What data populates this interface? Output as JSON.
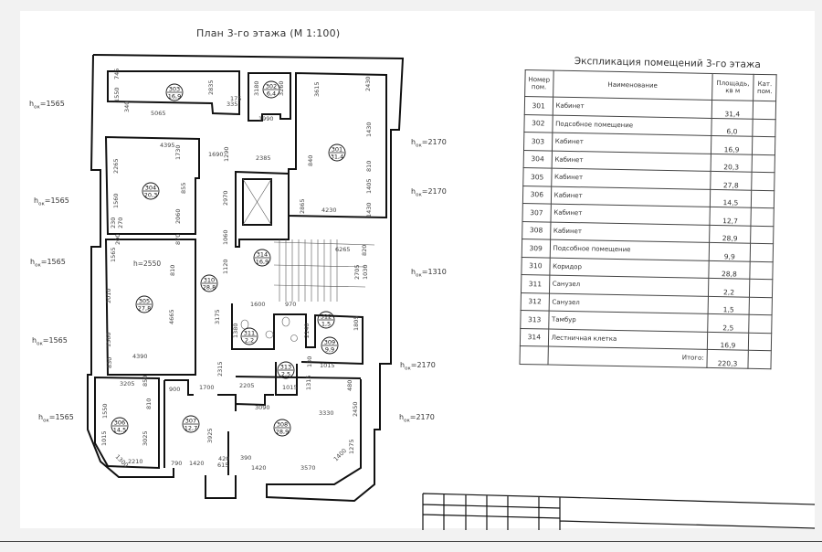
{
  "plan": {
    "title": "План 3-го этажа (М 1:100)",
    "rooms": [
      {
        "num": "303",
        "area": "16,9"
      },
      {
        "num": "302",
        "area": "6,4"
      },
      {
        "num": "301",
        "area": "31,4"
      },
      {
        "num": "304",
        "area": "20,3"
      },
      {
        "num": "305",
        "area": "27,8"
      },
      {
        "num": "310",
        "area": "28,8"
      },
      {
        "num": "314",
        "area": "16,9"
      },
      {
        "num": "311",
        "area": "2,2"
      },
      {
        "num": "312",
        "area": "1,5"
      },
      {
        "num": "309",
        "area": "9,9"
      },
      {
        "num": "313",
        "area": "2,5"
      },
      {
        "num": "306",
        "area": "14,5"
      },
      {
        "num": "307",
        "area": "12,7"
      },
      {
        "num": "308",
        "area": "28,9"
      }
    ],
    "ceiling_height": "h=2550",
    "window_heights": [
      {
        "h": "h",
        "sub": "ок",
        "val": "=1565"
      },
      {
        "h": "h",
        "sub": "ок",
        "val": "=1565"
      },
      {
        "h": "h",
        "sub": "ок",
        "val": "=1565"
      },
      {
        "h": "h",
        "sub": "ок",
        "val": "=1565"
      },
      {
        "h": "h",
        "sub": "ок",
        "val": "=1565"
      },
      {
        "h": "h",
        "sub": "ок",
        "val": "=2170"
      },
      {
        "h": "h",
        "sub": "ок",
        "val": "=2170"
      },
      {
        "h": "h",
        "sub": "ок",
        "val": "=1310"
      },
      {
        "h": "h",
        "sub": "ок",
        "val": "=2170"
      },
      {
        "h": "h",
        "sub": "ок",
        "val": "=2170"
      }
    ],
    "dimensions": [
      "745",
      "1550",
      "340",
      "5065",
      "2835",
      "175",
      "335",
      "3180",
      "3260",
      "1990",
      "3615",
      "2430",
      "4395",
      "1730",
      "1690",
      "1290",
      "2385",
      "840",
      "1430",
      "810",
      "1405",
      "2265",
      "1560",
      "855",
      "2060",
      "2970",
      "2865",
      "4230",
      "1430",
      "230",
      "270",
      "200",
      "870",
      "1060",
      "6265",
      "820",
      "1565",
      "810",
      "1120",
      "2705",
      "1030",
      "2010",
      "4665",
      "3175",
      "1600",
      "970",
      "1380",
      "2140",
      "1805",
      "1560",
      "4390",
      "830",
      "2315",
      "130",
      "1015",
      "3205",
      "850",
      "900",
      "1700",
      "2205",
      "1015",
      "1315",
      "480",
      "810",
      "1550",
      "3090",
      "3330",
      "2450",
      "3025",
      "3925",
      "1015",
      "1300",
      "2210",
      "790",
      "1420",
      "420",
      "615",
      "390",
      "1420",
      "3570",
      "1400",
      "1275"
    ]
  },
  "explication": {
    "title": "Экспликация помещений 3-го этажа",
    "headers": {
      "num": "Номер пом.",
      "name": "Наименование",
      "area": "Площадь, кв м",
      "cat": "Кат. пом."
    },
    "rows": [
      {
        "num": "301",
        "name": "Кабинет",
        "area": "31,4"
      },
      {
        "num": "302",
        "name": "Подсобное помещение",
        "area": "6,0"
      },
      {
        "num": "303",
        "name": "Кабинет",
        "area": "16,9"
      },
      {
        "num": "304",
        "name": "Кабинет",
        "area": "20,3"
      },
      {
        "num": "305",
        "name": "Кабинет",
        "area": "27,8"
      },
      {
        "num": "306",
        "name": "Кабинет",
        "area": "14,5"
      },
      {
        "num": "307",
        "name": "Кабинет",
        "area": "12,7"
      },
      {
        "num": "308",
        "name": "Кабинет",
        "area": "28,9"
      },
      {
        "num": "309",
        "name": "Подсобное помещение",
        "area": "9,9"
      },
      {
        "num": "310",
        "name": "Коридор",
        "area": "28,8"
      },
      {
        "num": "311",
        "name": "Санузел",
        "area": "2,2"
      },
      {
        "num": "312",
        "name": "Санузел",
        "area": "1,5"
      },
      {
        "num": "313",
        "name": "Тамбур",
        "area": "2,5"
      },
      {
        "num": "314",
        "name": "Лестничная клетка",
        "area": "16,9"
      }
    ],
    "total_label": "Итого:",
    "total": "220,3"
  }
}
